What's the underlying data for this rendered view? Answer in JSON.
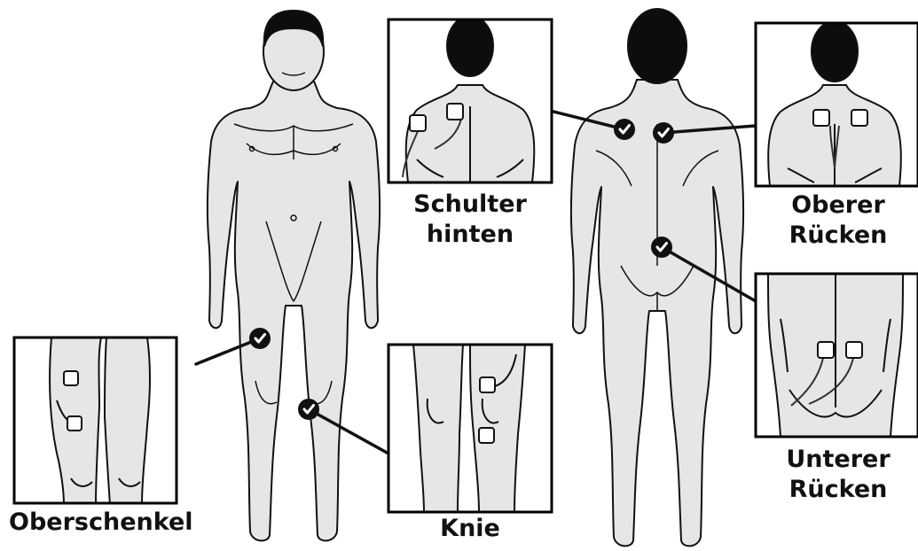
{
  "labels": {
    "oberschenkel": "Oberschenkel",
    "knie": "Knie",
    "schulter_line1": "Schulter",
    "schulter_line2": "hinten",
    "oberer_line1": "Oberer",
    "oberer_line2": "Rücken",
    "unterer_line1": "Unterer",
    "unterer_line2": "Rücken"
  },
  "colors": {
    "skin": "#e6e6e6",
    "outline": "#111111",
    "hair": "#0d0d0d",
    "pad": "#ffffff",
    "marker": "#111111",
    "panel_border": "#000000"
  },
  "icons": {
    "marker": "checkmark-circle-icon",
    "electrode": "square-electrode-pad"
  }
}
